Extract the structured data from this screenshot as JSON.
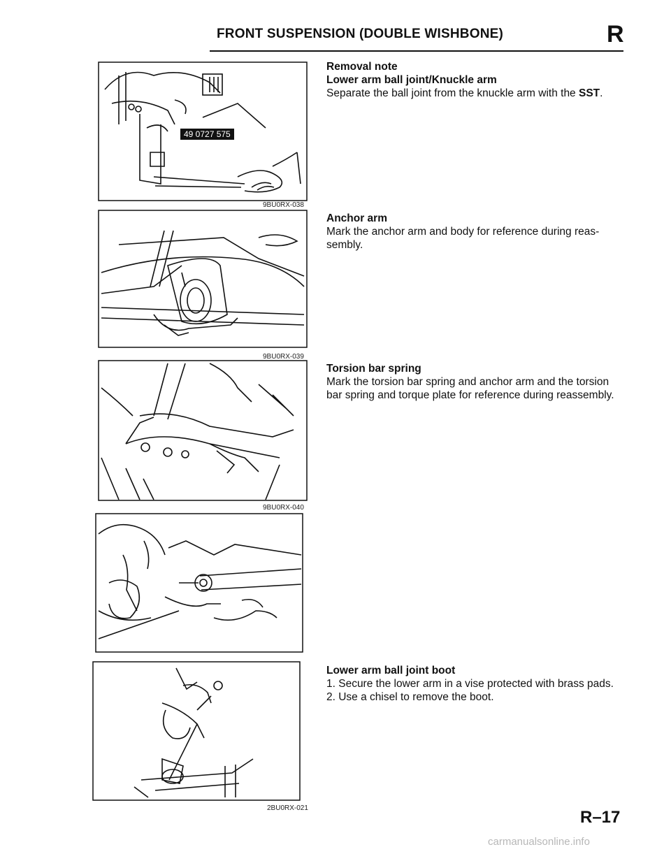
{
  "header": {
    "title": "FRONT SUSPENSION (DOUBLE WISHBONE)",
    "section": "R"
  },
  "figures": [
    {
      "code": "9BU0RX-038",
      "sst_label": "49 0727 575"
    },
    {
      "code": "9BU0RX-039"
    },
    {
      "code": "9BU0RX-040"
    },
    {
      "code": ""
    },
    {
      "code": "2BU0RX-021"
    }
  ],
  "notes": {
    "removal": {
      "heading": "Removal note",
      "subheading": "Lower arm ball joint/Knuckle arm",
      "body": "Separate the ball joint from the knuckle arm with the ",
      "body_bold": "SST",
      "body_end": "."
    },
    "anchor": {
      "heading": "Anchor arm",
      "line1": "Mark the anchor arm and body for reference during reas-",
      "line2": "sembly."
    },
    "torsion": {
      "heading": "Torsion bar spring",
      "line1": "Mark the torsion bar spring and anchor arm and the torsion",
      "line2": "bar spring and torque plate for reference during reassembly."
    },
    "boot": {
      "heading": "Lower arm ball joint boot",
      "step1": "1. Secure the lower arm in a vise protected with brass pads.",
      "step2": "2. Use a chisel to remove the boot."
    }
  },
  "footer": {
    "page": "R–17",
    "site": "carmanualsonline.info"
  }
}
